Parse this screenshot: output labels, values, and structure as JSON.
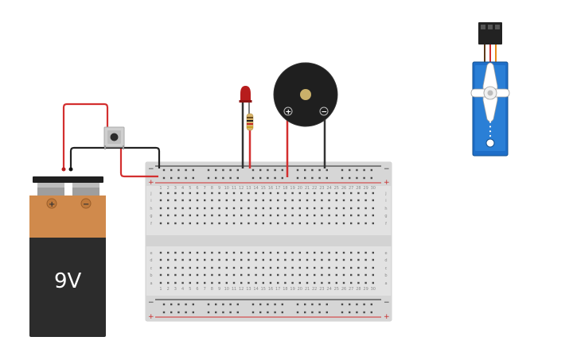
{
  "battery": {
    "label": "9V",
    "positive_terminal": "+",
    "negative_terminal": "−",
    "body_color": "#2c2c2c",
    "top_color": "#d08a4c"
  },
  "breadboard": {
    "rail_positive": "+",
    "rail_negative": "−",
    "column_count": 30,
    "top_row_labels": [
      "j",
      "i",
      "h",
      "g",
      "f"
    ],
    "bottom_row_labels": [
      "e",
      "d",
      "c",
      "b",
      "a"
    ]
  },
  "buzzer": {
    "positive": "+",
    "negative": "−"
  },
  "wires": {
    "red": "#d32f2f",
    "black": "#222222"
  },
  "led": {
    "color": "#b71c1c"
  },
  "servo": {
    "body_color": "#1e6ec8"
  },
  "push_button": {
    "body_color": "#cfcfcf"
  }
}
